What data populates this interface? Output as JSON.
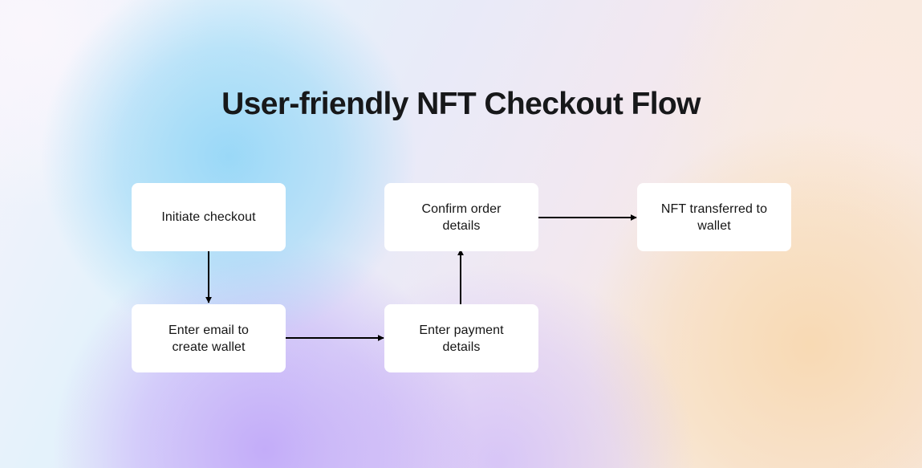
{
  "page": {
    "title": "User-friendly NFT Checkout Flow",
    "background_colors": {
      "blue": "#96d7f7",
      "purple": "#c1a9f9",
      "peach": "#f8d8b0",
      "cream": "#faeae1",
      "white_lavender": "#f6f3fb"
    }
  },
  "diagram": {
    "type": "flowchart",
    "node_fill": "#ffffff",
    "text_color": "#151515",
    "edge_color": "#000000",
    "nodes": [
      {
        "id": "initiate",
        "label": "Initiate checkout"
      },
      {
        "id": "email",
        "label": "Enter email to create wallet"
      },
      {
        "id": "payment",
        "label": "Enter payment details"
      },
      {
        "id": "confirm",
        "label": "Confirm order details"
      },
      {
        "id": "transfer",
        "label": "NFT transferred to wallet"
      }
    ],
    "node_lines": {
      "initiate": [
        "Initiate checkout"
      ],
      "email": [
        "Enter email to",
        "create wallet"
      ],
      "payment": [
        "Enter payment",
        "details"
      ],
      "confirm": [
        "Confirm order",
        "details"
      ],
      "transfer": [
        "NFT transferred to",
        "wallet"
      ]
    },
    "edges": [
      {
        "id": "e1",
        "from": "initiate",
        "to": "email",
        "direction": "down"
      },
      {
        "id": "e2",
        "from": "email",
        "to": "payment",
        "direction": "right"
      },
      {
        "id": "e3",
        "from": "payment",
        "to": "confirm",
        "direction": "up"
      },
      {
        "id": "e4",
        "from": "confirm",
        "to": "transfer",
        "direction": "right"
      }
    ]
  }
}
